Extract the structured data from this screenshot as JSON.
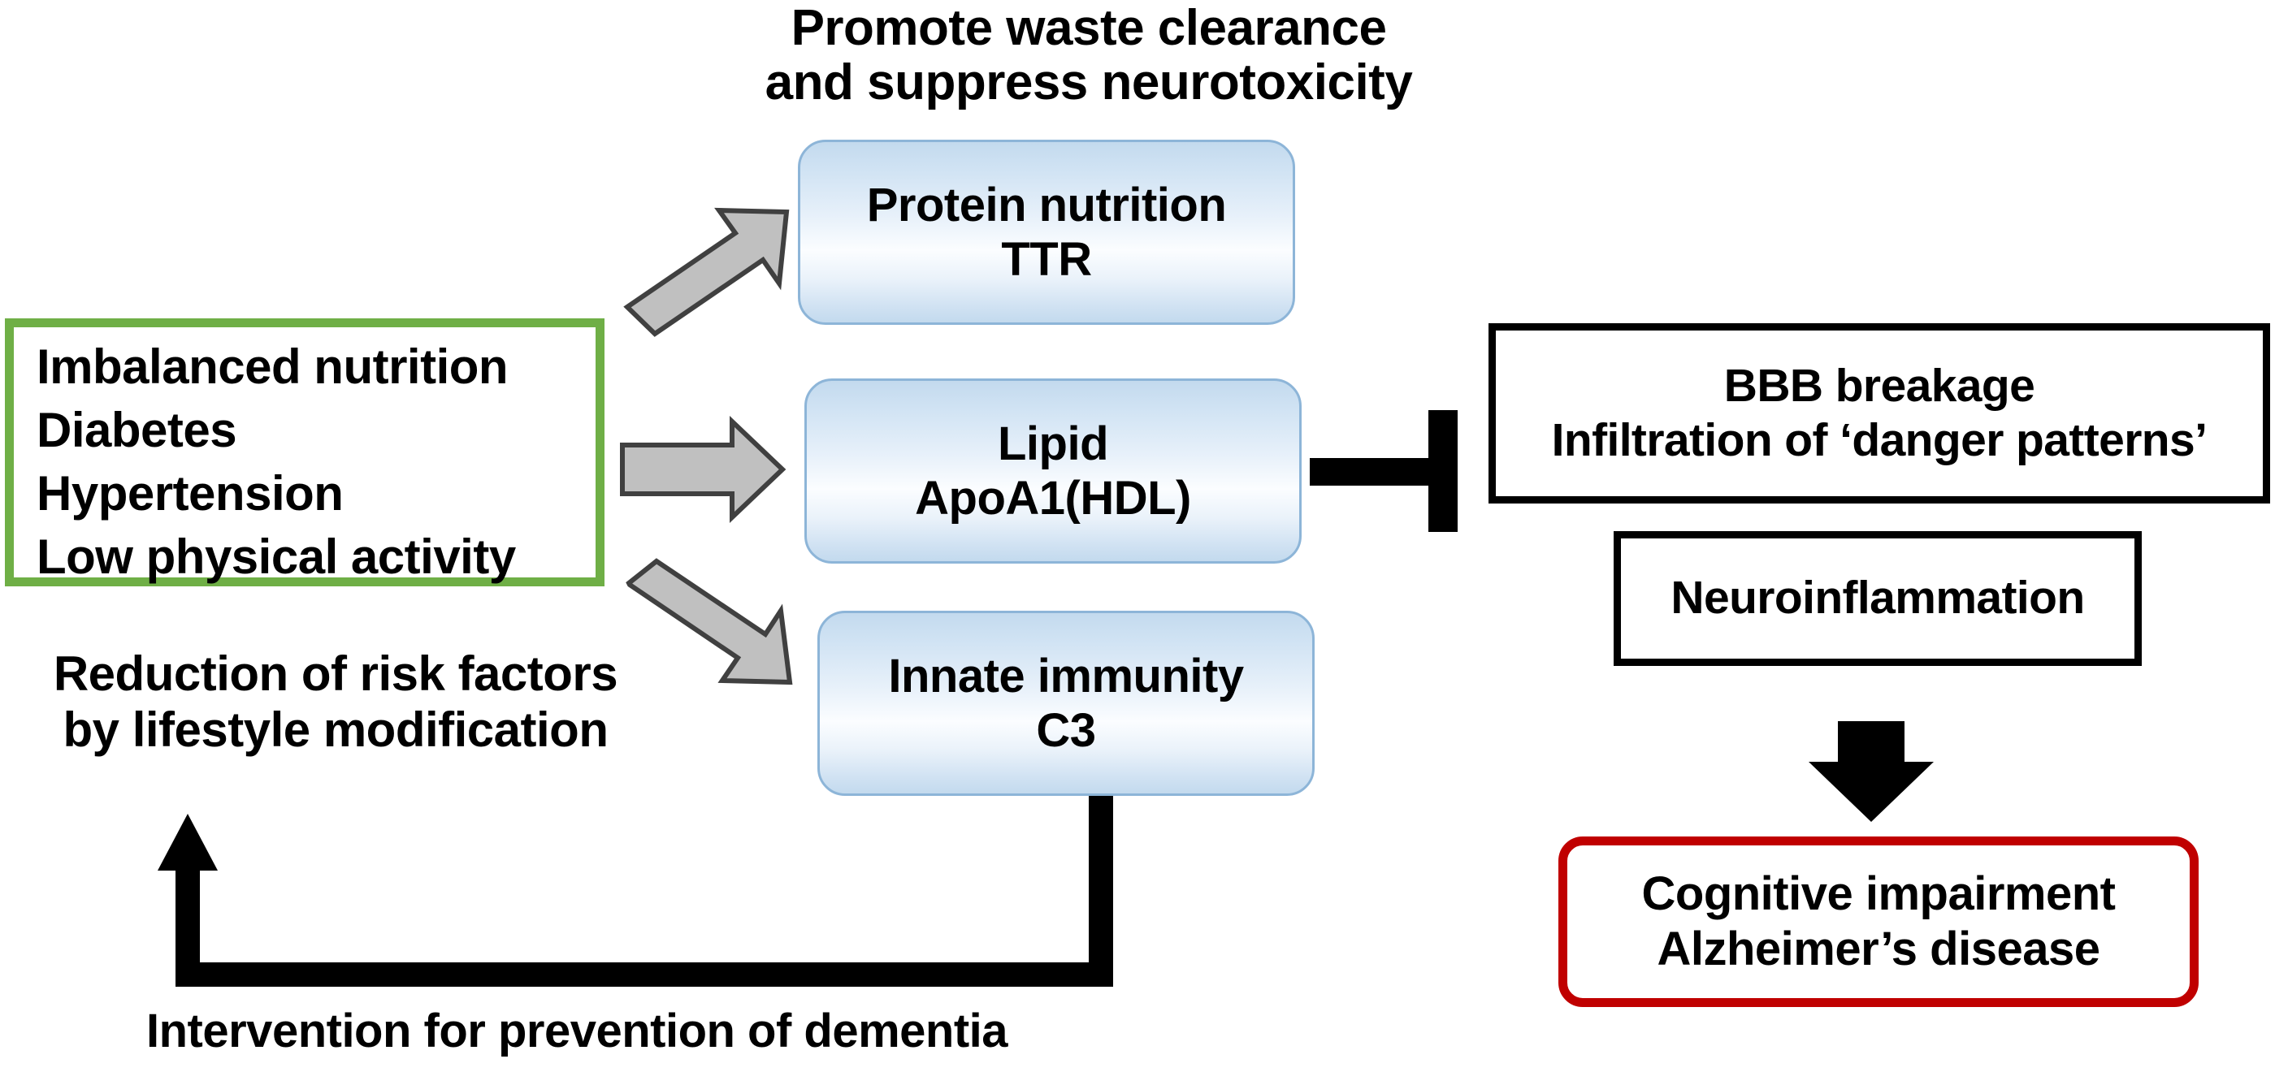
{
  "diagram": {
    "heading": "Promote waste clearance\nand suppress neurotoxicity",
    "risk_factors": "Imbalanced nutrition\nDiabetes\nHypertension\nLow physical activity",
    "reduction_caption": "Reduction of risk factors\nby lifestyle modification",
    "intervention_caption": "Intervention for prevention of dementia",
    "boxes": {
      "protein": "Protein nutrition\nTTR",
      "lipid": "Lipid\nApoA1(HDL)",
      "innate": "Innate immunity\nC3",
      "bbb": "BBB breakage\nInfiltration of ‘danger patterns’",
      "neuroinflammation": "Neuroinflammation",
      "cognitive": "Cognitive impairment\nAlzheimer’s disease"
    },
    "colors": {
      "risk_box_border": "#6FAF46",
      "cognitive_box_border": "#C00000",
      "blue_box_border": "#8db5d8",
      "blue_box_gradient_top": "#c3daee",
      "blue_box_gradient_mid": "#fbfdff",
      "arrow_gray_fill": "#c0c0c0",
      "arrow_gray_stroke": "#404040",
      "connector_black": "#000000",
      "background": "#ffffff"
    },
    "connectors": [
      {
        "name": "arrow-to-protein",
        "type": "block-arrow",
        "direction": "up-right",
        "color": "#c0c0c0"
      },
      {
        "name": "arrow-to-lipid",
        "type": "block-arrow",
        "direction": "right",
        "color": "#c0c0c0"
      },
      {
        "name": "arrow-to-innate",
        "type": "block-arrow",
        "direction": "down-right",
        "color": "#c0c0c0"
      },
      {
        "name": "inhibition-lipid-to-bbb",
        "type": "inhibition-tbar",
        "direction": "right",
        "color": "#000000"
      },
      {
        "name": "arrow-neuro-to-cognitive",
        "type": "block-arrow",
        "direction": "down",
        "color": "#000000"
      },
      {
        "name": "feedback-innate-to-risk",
        "type": "elbow-arrow",
        "direction": "left-up",
        "color": "#000000"
      }
    ]
  }
}
